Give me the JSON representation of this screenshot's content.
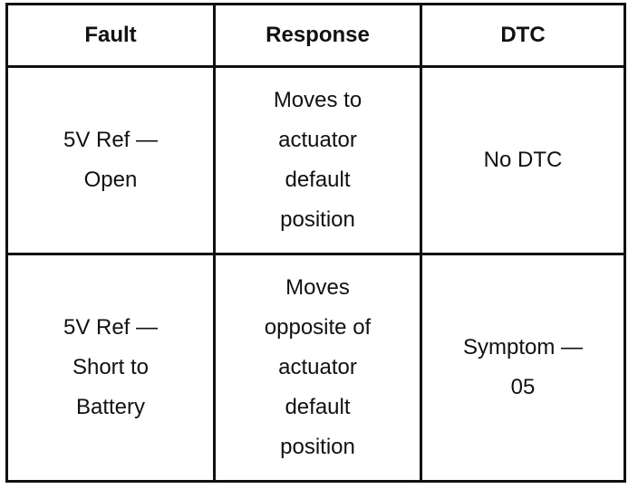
{
  "table": {
    "headers": [
      "Fault",
      "Response",
      "DTC"
    ],
    "rows": [
      {
        "fault": "5V Ref —\nOpen",
        "response": "Moves to\nactuator\ndefault\nposition",
        "dtc": "No DTC"
      },
      {
        "fault": "5V Ref —\nShort to\nBattery",
        "response": "Moves\nopposite of\nactuator\ndefault\nposition",
        "dtc": "Symptom —\n05"
      }
    ]
  }
}
